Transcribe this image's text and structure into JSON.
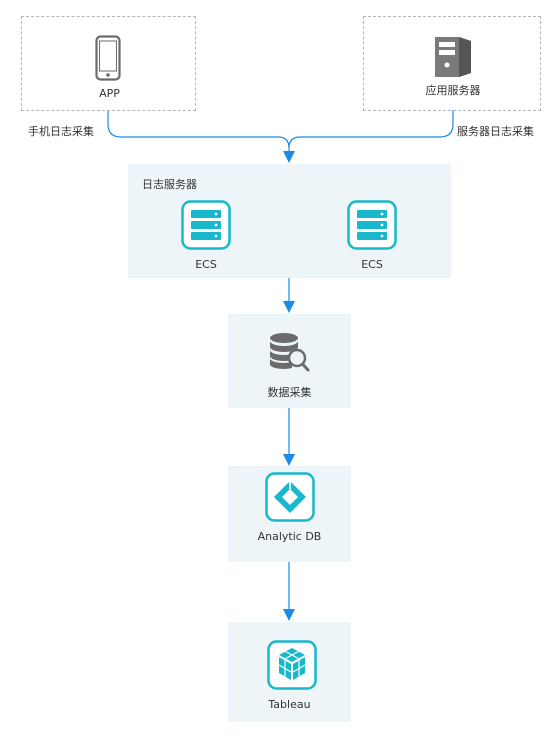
{
  "sources": {
    "app": {
      "label": "APP",
      "icon": "mobile-phone-icon"
    },
    "app_server": {
      "label": "应用服务器",
      "icon": "server-tower-icon"
    }
  },
  "edges": {
    "mobile_log": "手机日志采集",
    "server_log": "服务器日志采集"
  },
  "log_servers": {
    "title": "日志服务器",
    "nodes": [
      {
        "label": "ECS",
        "icon": "ecs-server-icon"
      },
      {
        "label": "ECS",
        "icon": "ecs-server-icon"
      }
    ]
  },
  "data_collection": {
    "label": "数据采集",
    "icon": "database-search-icon"
  },
  "analytic_db": {
    "label": "Analytic DB",
    "icon": "analyticdb-icon"
  },
  "tableau": {
    "label": "Tableau",
    "icon": "tableau-icon"
  },
  "colors": {
    "arrow": "#1a8ce8",
    "accent": "#17b7cc",
    "panel": "#eef5f8",
    "icon_gray": "#6b6b6b"
  }
}
